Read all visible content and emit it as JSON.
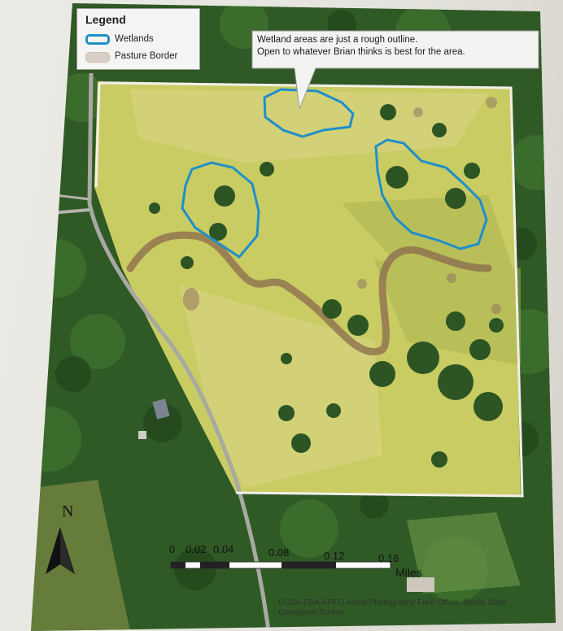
{
  "legend": {
    "title": "Legend",
    "items": [
      {
        "label": "Wetlands",
        "swatch_color": "#1f8fc9"
      },
      {
        "label": "Pasture Border",
        "swatch_color": "#d8cfc7"
      }
    ]
  },
  "callout": {
    "line1": "Wetland areas are just a rough outline.",
    "line2": "Open to whatever Brian thinks is best for the area."
  },
  "scale_bar": {
    "ticks": [
      "0",
      "0.02",
      "0.04",
      "0.08",
      "0.12",
      "0.16"
    ],
    "unit": "Miles"
  },
  "north_arrow": {
    "label": "N"
  },
  "credit": {
    "line1": "USDA-FSA-APFO Aerial Photography Field Office, Illinois State",
    "line2": "Geological Survey"
  },
  "colors": {
    "wetland_outline": "#1f8fc9",
    "pasture_border": "#f2efe9",
    "field": "#c9cc63",
    "forest": "#2f5a26"
  },
  "icons": [
    "north-arrow-icon"
  ]
}
